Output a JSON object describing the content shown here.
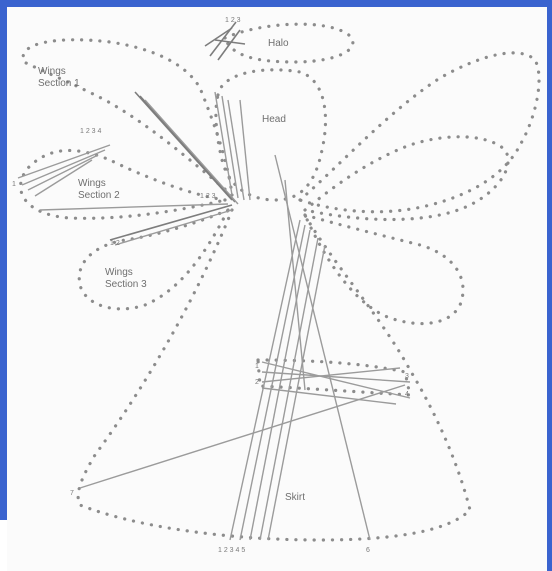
{
  "diagram": {
    "labels": {
      "halo": "Halo",
      "head": "Head",
      "wings_section_1_line1": "Wings",
      "wings_section_1_line2": "Section 1",
      "wings_section_2_line1": "Wings",
      "wings_section_2_line2": "Section 2",
      "wings_section_3_line1": "Wings",
      "wings_section_3_line2": "Section 3",
      "skirt": "Skirt"
    },
    "colors": {
      "frame": "#3a63cf",
      "dots": "#8c8c8c",
      "strings": "#9b9b9b",
      "background": "#fbfbfb"
    }
  }
}
